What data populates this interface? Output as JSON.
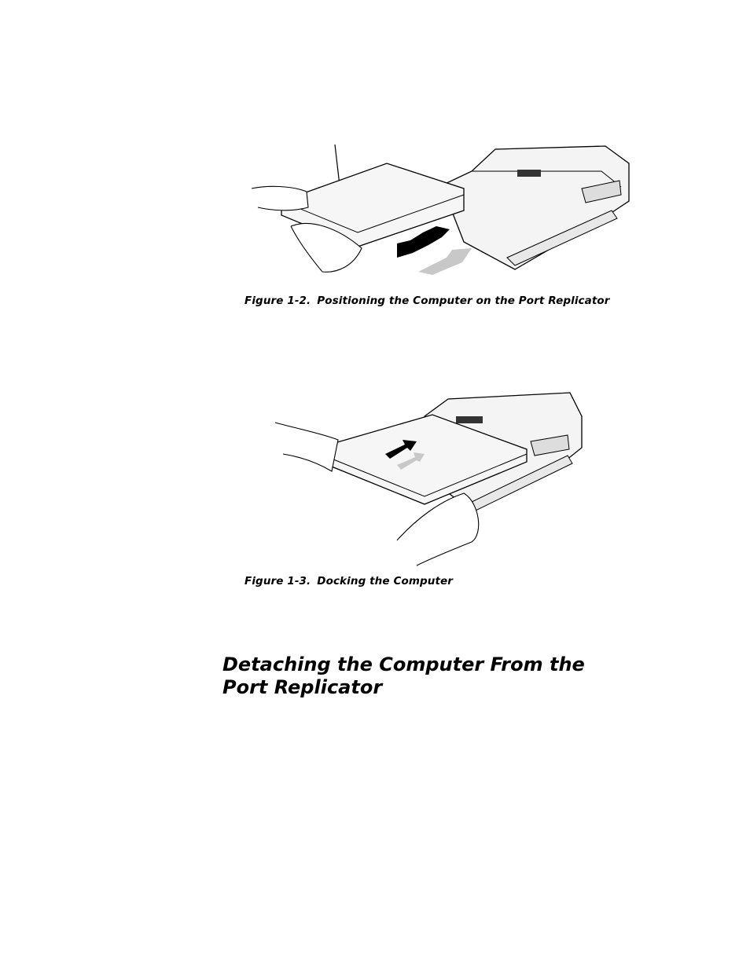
{
  "figures": [
    {
      "number": "Figure 1-2.",
      "caption": "Positioning the Computer on the Port Replicator"
    },
    {
      "number": "Figure 1-3.",
      "caption": "Docking the Computer"
    }
  ],
  "section": {
    "heading": "Detaching the Computer From the Port Replicator"
  },
  "colors": {
    "ink": "#000000",
    "paper": "#ffffff",
    "shade": "#d8d8d8"
  }
}
